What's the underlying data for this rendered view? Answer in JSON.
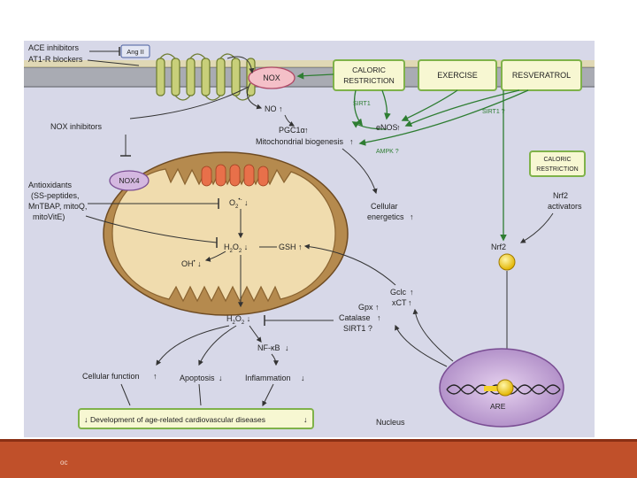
{
  "labels": {
    "ace_inhibitors": "ACE inhibitors",
    "at1r_blockers": "AT1-R blockers",
    "ang2": "Ang II",
    "nox": "NOX",
    "caloric_restriction_1": "CALORIC",
    "caloric_restriction_2": "RESTRICTION",
    "exercise": "EXERCISE",
    "resveratrol": "RESVERATROL",
    "sirt1": "SIRT1",
    "sirt1_q": "SIRT1 ?",
    "no": "NO",
    "enos": "eNOS",
    "pgc1a": "PGC1α",
    "mito_biogenesis": "Mitochondrial biogenesis",
    "ampk": "AMPK ?",
    "nox_inhibitors": "NOX inhibitors",
    "nox4": "NOX4",
    "antiox_1": "Antioxidants",
    "antiox_2": "(SS-peptides,",
    "antiox_3": "MnTBAP, mitoQ,",
    "antiox_4": "mitoVitE)",
    "cr_small_1": "CALORIC",
    "cr_small_2": "RESTRICTION",
    "nrf2_act_1": "Nrf2",
    "nrf2_act_2": "activators",
    "o2": "O",
    "h2o2": "H",
    "oh": "OH",
    "gsh": "GSH",
    "cellular_1": "Cellular",
    "cellular_2": "energetics",
    "nrf2": "Nrf2",
    "gclc": "Gclc",
    "xct": "xCT",
    "gpx": "Gpx",
    "catalase": "Catalase",
    "sirt1_q2": "SIRT1 ?",
    "nfkb": "NF-κB",
    "cell_function": "Cellular function",
    "apoptosis": "Apoptosis",
    "inflammation": "Inflammation",
    "are": "ARE",
    "development": "Development of age-related cardiovascular diseases",
    "nucleus": "Nucleus"
  },
  "footer": {
    "label": "oc"
  },
  "colors": {
    "background": "#d7d8e8",
    "membrane": "#a9abb3",
    "receptor": "#c8cf7a",
    "green_arrow": "#2e7d32",
    "box_border": "#7fb24a",
    "nox_fill": "#f4c0c8",
    "nox4_fill": "#d4b8e0",
    "mito_outer": "#b58a4e",
    "mito_inner": "#f0dcae",
    "cristae": "#e8704a",
    "nucleus": "#c7a8d8",
    "nrf2_ball": "#f3d12a",
    "footer": "#c0502a"
  }
}
